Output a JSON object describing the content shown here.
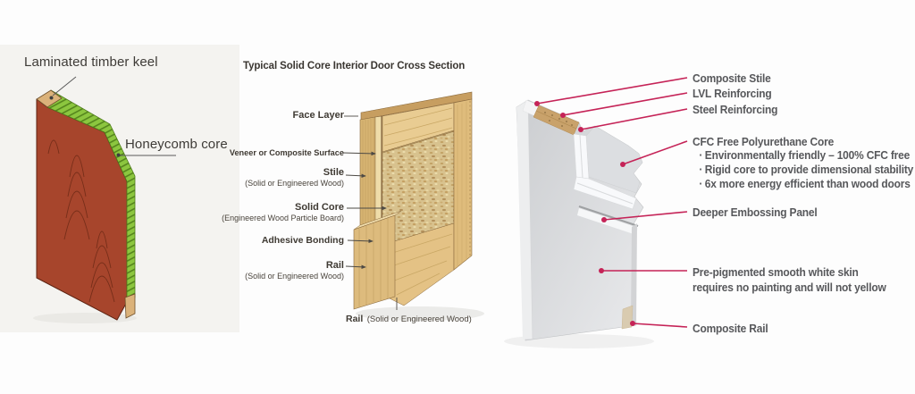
{
  "left_panel": {
    "keel_label": "Laminated timber keel",
    "core_label": "Honeycomb core",
    "colors": {
      "face": "#A7452C",
      "honeycomb": "#8CC63F",
      "keel": "#DBB27A",
      "background": "#F4F3F0"
    }
  },
  "middle_panel": {
    "title": "Typical Solid Core Interior Door Cross Section",
    "labels": {
      "face_layer": "Face Layer",
      "veneer": "Veneer or Composite Surface",
      "stile": "Stile",
      "stile_sub": "(Solid or Engineered Wood)",
      "solid_core": "Solid Core",
      "solid_core_sub": "(Engineered Wood Particle Board)",
      "adhesive": "Adhesive Bonding",
      "rail": "Rail",
      "rail_sub": "(Solid or Engineered Wood)",
      "bottom_rail": "Rail",
      "bottom_rail_sub": "(Solid or Engineered Wood)"
    },
    "colors": {
      "wood": "#E9CC92",
      "core": "#D8C28E"
    }
  },
  "right_panel": {
    "composite_stile": "Composite Stile",
    "lvl": "LVL Reinforcing",
    "steel": "Steel Reinforcing",
    "core_title": "CFC Free Polyurethane Core",
    "bullet_char": "·",
    "core_bullets": [
      "Environmentally friendly – 100% CFC free",
      "Rigid core to provide dimensional stability",
      "6x more energy efficient than wood doors"
    ],
    "embossing": "Deeper Embossing Panel",
    "skin_line1": "Pre-pigmented smooth white skin",
    "skin_line2": "requires no painting and will not yellow",
    "rail": "Composite Rail",
    "accent_color": "#C52357",
    "text_color": "#57585B"
  }
}
